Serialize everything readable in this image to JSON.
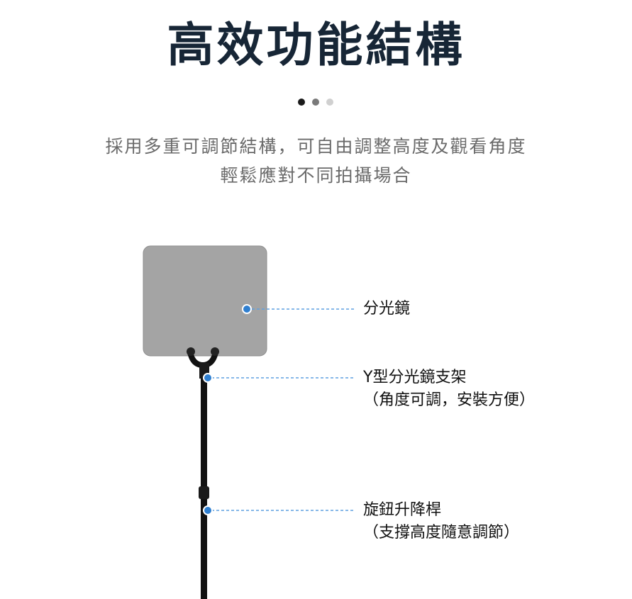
{
  "title": "高效功能結構",
  "carousel": {
    "count": 3,
    "active": 0,
    "colors": [
      "#1a1a1a",
      "#7a7a7a",
      "#d0d0d0"
    ]
  },
  "subtitle": [
    "採用多重可調節結構，可自由調整高度及觀看角度",
    "輕鬆應對不同拍攝場合"
  ],
  "accent": "#2f7fd0",
  "callouts": [
    {
      "title": "分光鏡",
      "note": ""
    },
    {
      "title": "Y型分光鏡支架",
      "note": "（角度可調，安裝方便）"
    },
    {
      "title": "旋鈕升降桿",
      "note": "（支撐高度隨意調節）"
    }
  ]
}
